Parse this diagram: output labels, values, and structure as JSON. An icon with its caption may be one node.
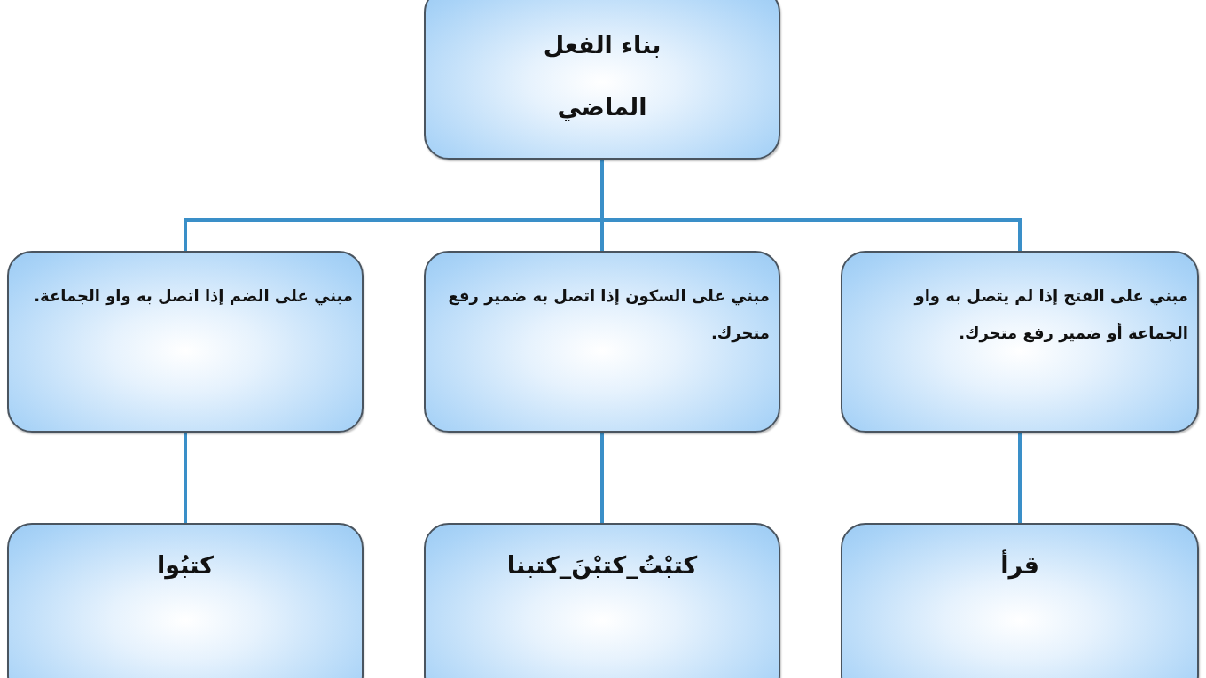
{
  "diagram": {
    "nodes": [
      {
        "text": [
          "بناء الفعل الماضي"
        ]
      },
      {
        "text": [
          "مبني على الفتح إذا لم يتصل به واو الجماعة أو ضمير رفع متحرك."
        ]
      },
      {
        "text": [
          "مبني على السكون إذا اتصل به ضمير رفع متحرك."
        ]
      },
      {
        "text": [
          "مبني على الضم إذا اتصل به واو الجماعة."
        ]
      },
      {
        "text": [
          "قرأ"
        ]
      },
      {
        "text": [
          "كتبْتُ_كتبْنَ_كتبنا"
        ]
      },
      {
        "text": [
          "كتبُوا"
        ]
      }
    ],
    "edges": [
      {
        "from": 0,
        "to": 1,
        "arrow": "none"
      },
      {
        "from": 0,
        "to": 2,
        "arrow": "none"
      },
      {
        "from": 0,
        "to": 3,
        "arrow": "none"
      },
      {
        "from": 1,
        "to": 4,
        "arrow": "none"
      },
      {
        "from": 2,
        "to": 5,
        "arrow": "none"
      },
      {
        "from": 3,
        "to": 6,
        "arrow": "none"
      }
    ]
  }
}
